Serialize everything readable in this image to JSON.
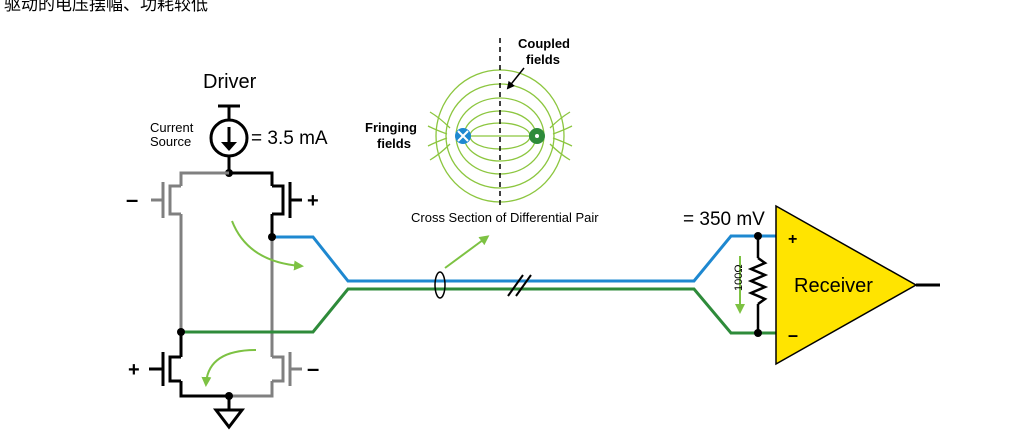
{
  "header_text": "驱动的电压摆幅、功耗较低",
  "driver": {
    "title": "Driver",
    "source_label_line1": "Current",
    "source_label_line2": "Source",
    "current_value": "= 3.5 mA",
    "plus": "+",
    "minus": "–"
  },
  "fields": {
    "coupled_line1": "Coupled",
    "coupled_line2": "fields",
    "fringing_line1": "Fringing",
    "fringing_line2": "fields",
    "cross_section": "Cross Section of Differential Pair"
  },
  "receiver": {
    "voltage": "= 350 mV",
    "label": "Receiver",
    "resistor": "100Ω",
    "plus": "+",
    "minus": "–"
  },
  "colors": {
    "trace_pos": "#1e88d0",
    "trace_neg": "#2e8b3a",
    "field_lines": "#8cc63f",
    "arrow": "#7dc243",
    "receiver_fill": "#ffe400",
    "receiver_stroke": "#000000",
    "transistor": "#808080",
    "wire": "#000000",
    "label_on_yellow": "#ffffff"
  },
  "icons": {
    "current_source": "current-source-symbol",
    "ground": "ground-symbol",
    "resistor": "resistor-symbol",
    "amplifier": "amplifier-triangle"
  }
}
